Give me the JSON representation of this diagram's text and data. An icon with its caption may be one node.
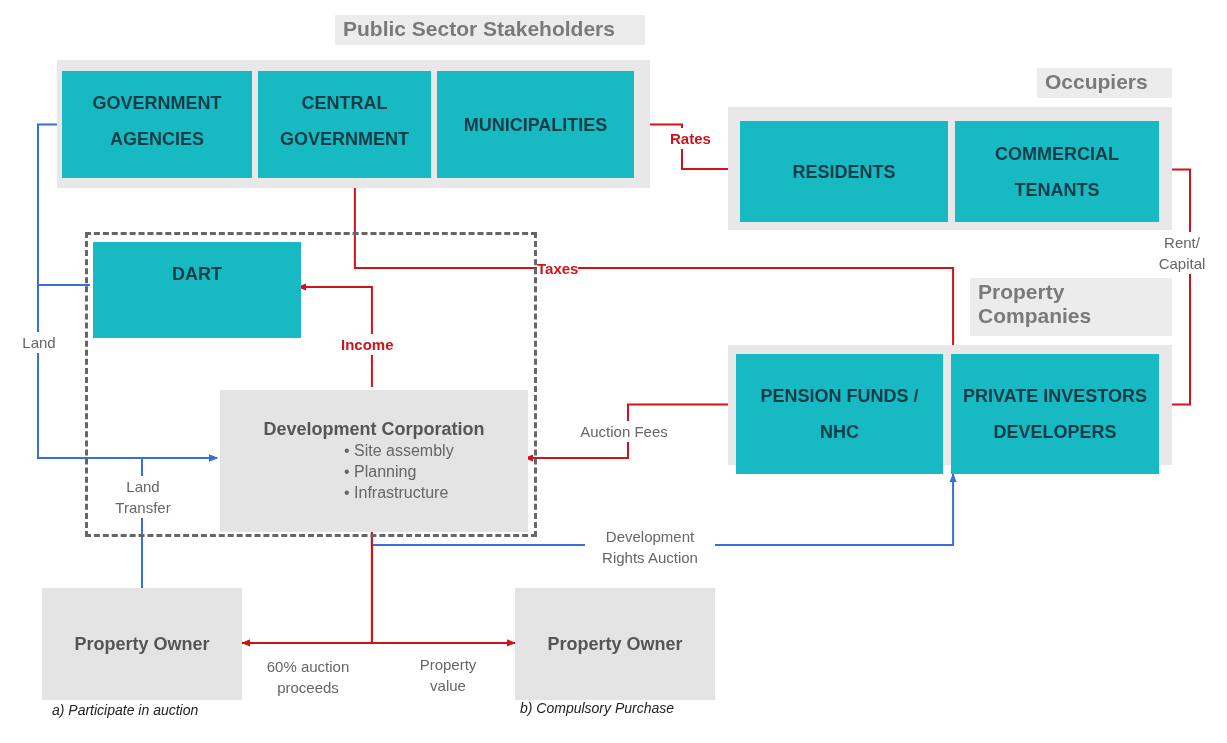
{
  "diagram": {
    "nodes": [
      {
        "text": [
          "Public Sector Stakeholders"
        ]
      },
      {
        "text": [
          "GOVERNMENT AGENCIES"
        ],
        "in": 0
      },
      {
        "text": [
          "CENTRAL GOVERNMENT"
        ],
        "in": 0
      },
      {
        "text": [
          "MUNICIPALITIES"
        ],
        "in": 0
      },
      {
        "text": [
          "Occupiers"
        ]
      },
      {
        "text": [
          "RESIDENTS"
        ],
        "in": 4
      },
      {
        "text": [
          "COMMERCIAL TENANTS"
        ],
        "in": 4
      },
      {
        "text": [
          "Property Companies"
        ]
      },
      {
        "text": [
          "PENSION FUNDS / NHC"
        ],
        "in": 7
      },
      {
        "text": [
          "PRIVATE INVESTORS DEVELOPERS"
        ],
        "in": 7
      },
      {
        "text": [],
        "shape": "box"
      },
      {
        "text": [
          "DART"
        ],
        "in": 10
      },
      {
        "text": [
          "Development Corporation",
          "• Site assembly",
          "• Planning",
          "• Infrastructure"
        ],
        "in": 10
      },
      {
        "text": [
          "Property Owner"
        ],
        "beside": [
          "a) Participate in auction"
        ]
      },
      {
        "text": [
          "Property Owner"
        ],
        "beside": [
          "b) Compulsory Purchase"
        ]
      }
    ],
    "edges": [
      {
        "from": 1,
        "to": 12,
        "arrow": "to",
        "label": "Land",
        "color": "#3a6fd8"
      },
      {
        "from": 11,
        "to": 12,
        "arrow": "to",
        "color": "#3a6fd8"
      },
      {
        "from": 13,
        "to": 12,
        "arrow": "to",
        "label": "Land Transfer",
        "color": "#3a6fd8"
      },
      {
        "from": 12,
        "to": 11,
        "arrow": "to",
        "label": "Income"
      },
      {
        "from": 9,
        "to": 2,
        "arrow": "to",
        "label": "Taxes"
      },
      {
        "from": 5,
        "to": 3,
        "arrow": "to",
        "label": "Rates"
      },
      {
        "from": 6,
        "to": 9,
        "arrow": "to",
        "label": "Rent/ Capital"
      },
      {
        "from": 8,
        "to": 12,
        "arrow": "to",
        "label": "Auction Fees"
      },
      {
        "from": 12,
        "to": 9,
        "arrow": "to",
        "label": "Development Rights Auction",
        "color": "#3a6fd8"
      },
      {
        "from": 12,
        "to": 13,
        "arrow": "to",
        "label": "60% auction proceeds"
      },
      {
        "from": 12,
        "to": 14,
        "arrow": "to",
        "label": "Property value"
      }
    ]
  }
}
